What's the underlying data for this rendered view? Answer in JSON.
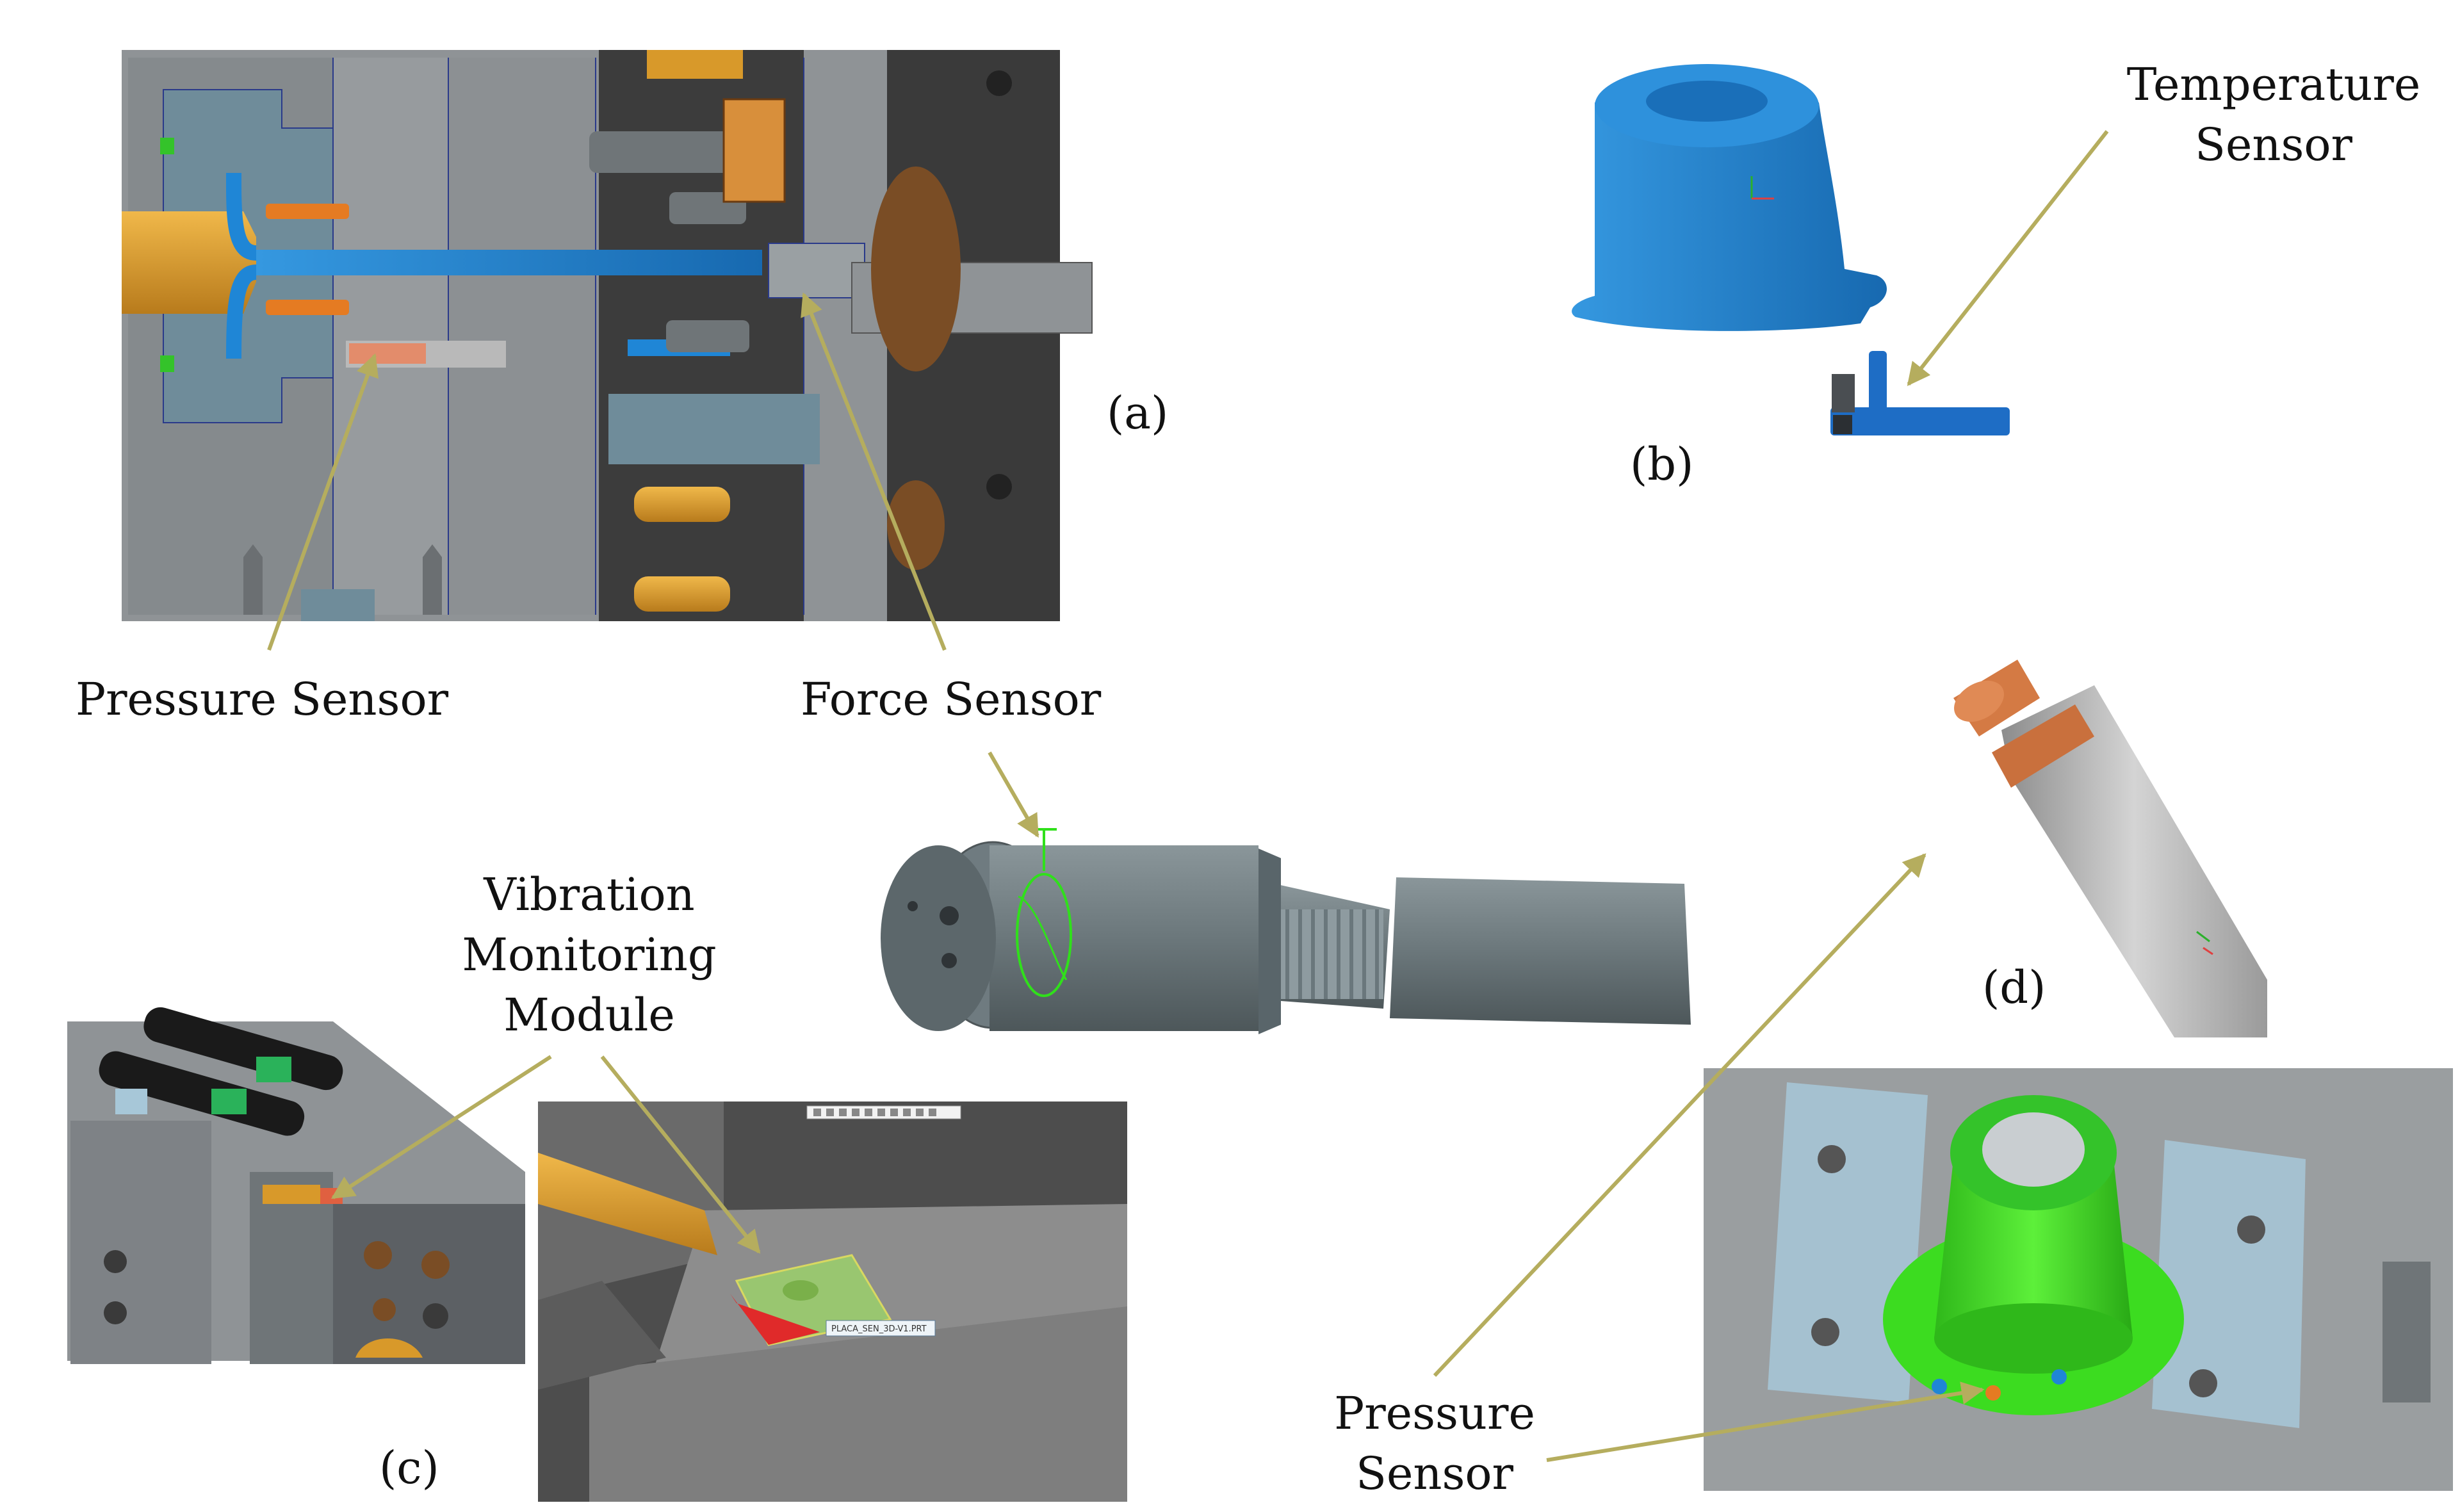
{
  "labels": {
    "panel_a": "(a)",
    "panel_b": "(b)",
    "panel_c": "(c)",
    "panel_d": "(d)",
    "pressure_sensor_a": "Pressure Sensor",
    "force_sensor": "Force Sensor",
    "temperature_sensor_line1": "Temperature",
    "temperature_sensor_line2": "Sensor",
    "vibration_line1": "Vibration",
    "vibration_line2": "Monitoring",
    "vibration_line3": "Module",
    "pressure_sensor_d_line1": "Pressure",
    "pressure_sensor_d_line2": "Sensor"
  },
  "cad_callout_text": "PLACA_SEN_3D-V1.PRT",
  "colors": {
    "arrow": "#b5ad5e",
    "mold_gray": "#8f9396",
    "dark_plate": "#3c3c3c",
    "part_blue": "#1f86d6",
    "brass": "#d8992a",
    "green_part": "#3cdc20",
    "copper": "#c9703d",
    "pale_blue_plate": "#a7c7d8"
  }
}
